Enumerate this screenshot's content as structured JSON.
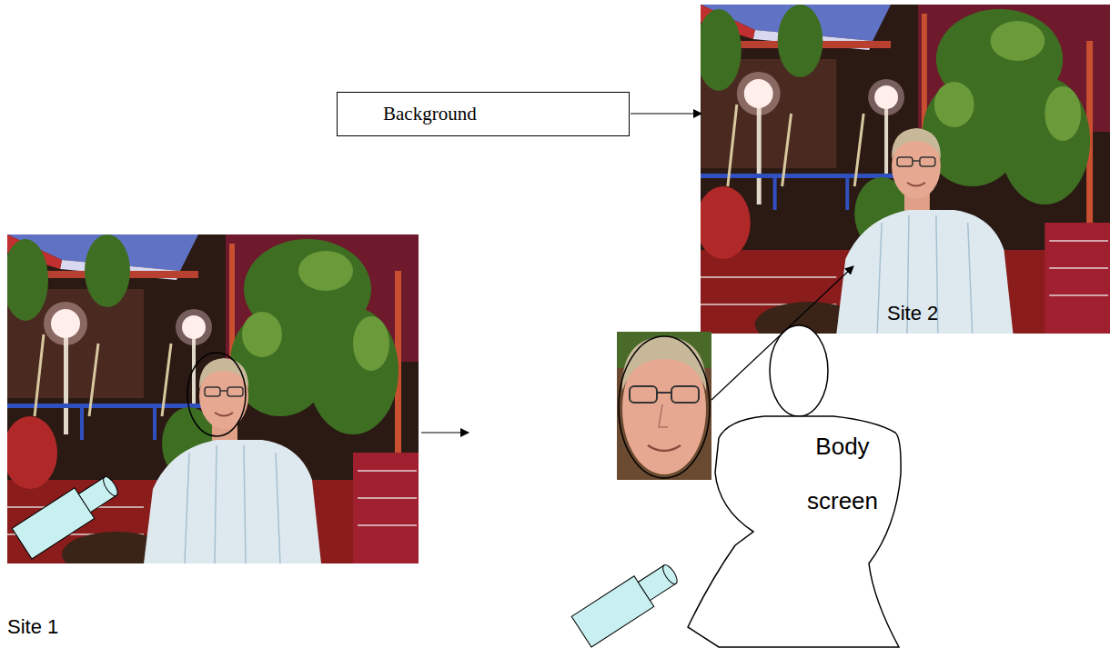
{
  "diagram": {
    "nodes": [
      {
        "text": [
          "Background"
        ]
      },
      {
        "text": [
          "Body screen"
        ]
      }
    ],
    "labels": [
      "Site 2",
      "Site 1"
    ]
  }
}
